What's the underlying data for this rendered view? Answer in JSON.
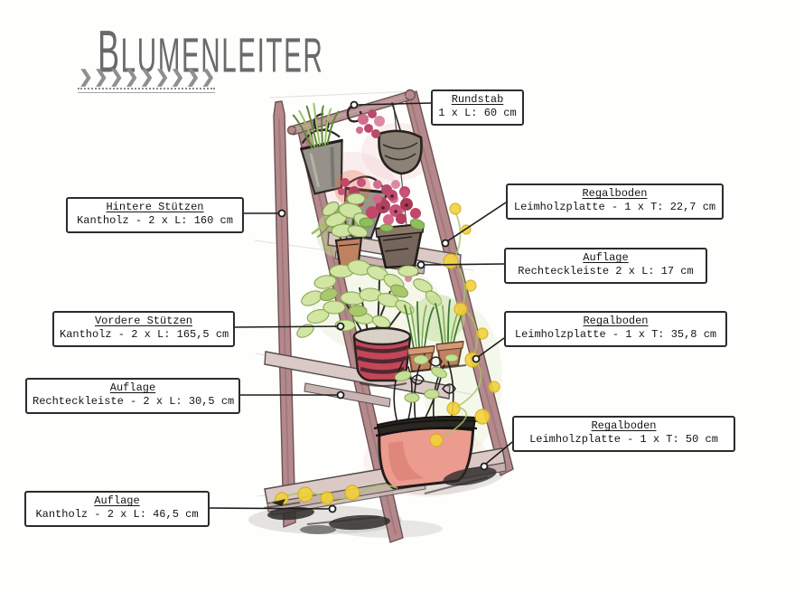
{
  "page": {
    "title": "Blumenleiter",
    "chevrons": "❯❯❯❯❯❯❯❯❯"
  },
  "colors": {
    "title_gray": "#6a6a6a",
    "callout_border": "#2b2b2b",
    "wood_mauve": "#b5898b",
    "shelf_wood": "#dbc9c6",
    "leaf_green": "#cfe3a2",
    "grass_green": "#5c8a38",
    "flower_pink": "#c2476a",
    "flower_yellow": "#f1d23a",
    "terracotta": "#c08160",
    "striped_pot_red": "#c4465a",
    "planter_salmon": "#eb9c8f",
    "bucket_gray": "#96928a"
  },
  "callouts": [
    {
      "id": "rundstab",
      "title": "Rundstab",
      "spec": "1 x L: 60 cm"
    },
    {
      "id": "hintere-stuetzen",
      "title": "Hintere Stützen",
      "spec": "Kantholz - 2 x L: 160 cm"
    },
    {
      "id": "regalboden-oben",
      "title": "Regalboden",
      "spec": "Leimholzplatte - 1 x T: 22,7 cm"
    },
    {
      "id": "auflage-oben",
      "title": "Auflage",
      "spec": "Rechteckleiste 2 x L: 17 cm"
    },
    {
      "id": "vordere-stuetzen",
      "title": "Vordere Stützen",
      "spec": "Kantholz - 2 x L: 165,5 cm"
    },
    {
      "id": "regalboden-mitte",
      "title": "Regalboden",
      "spec": "Leimholzplatte - 1 x T: 35,8 cm"
    },
    {
      "id": "auflage-mitte",
      "title": "Auflage",
      "spec": "Rechteckleiste - 2 x L: 30,5 cm"
    },
    {
      "id": "regalboden-unten",
      "title": "Regalboden",
      "spec": "Leimholzplatte - 1 x T: 50 cm"
    },
    {
      "id": "auflage-unten",
      "title": "Auflage",
      "spec": "Kantholz - 2 x L: 46,5 cm"
    }
  ]
}
